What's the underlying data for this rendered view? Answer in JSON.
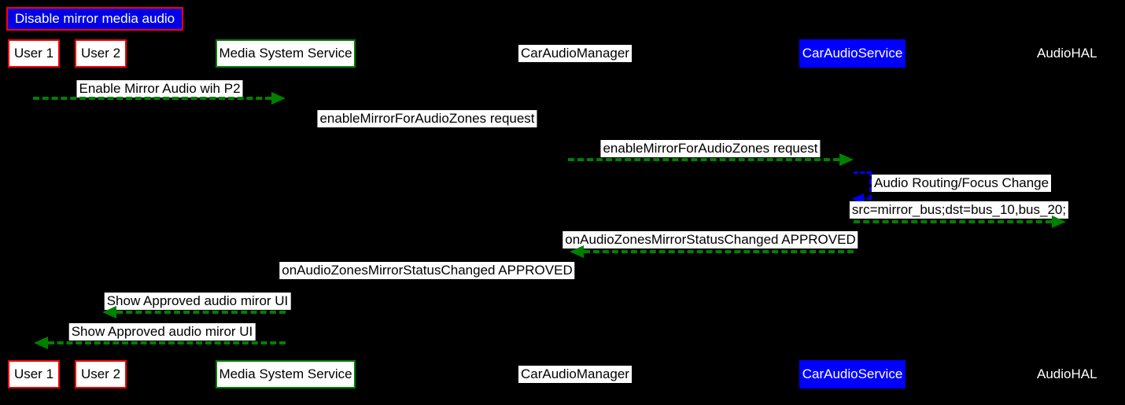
{
  "title": "Disable mirror media audio",
  "colors": {
    "background": "#000000",
    "user_box_border": "#ff0000",
    "service_box_border": "#008000",
    "car_audio_service_bg": "#0000ff",
    "title_bg": "#0000e8",
    "title_border": "#ff0000",
    "arrow_green": "#008000",
    "arrow_blue": "#0000ff",
    "label_bg": "#ffffff",
    "label_text": "#000000"
  },
  "actors": [
    {
      "id": "user1",
      "label": "User 1",
      "style": "red-box"
    },
    {
      "id": "user2",
      "label": "User 2",
      "style": "red-box"
    },
    {
      "id": "media-system-service",
      "label": "Media System Service",
      "style": "green-box"
    },
    {
      "id": "car-audio-manager",
      "label": "CarAudioManager",
      "style": "plain-white"
    },
    {
      "id": "car-audio-service",
      "label": "CarAudioService",
      "style": "blue-box"
    },
    {
      "id": "audio-hal",
      "label": "AudioHAL",
      "style": "text-only"
    }
  ],
  "messages": [
    {
      "label": "Enable Mirror Audio wih P2",
      "from": "User 1",
      "to": "Media System Service",
      "arrow": "green-dashed-right"
    },
    {
      "label": "enableMirrorForAudioZones request",
      "from": "Media System Service",
      "to": "CarAudioManager",
      "arrow": "hidden"
    },
    {
      "label": "enableMirrorForAudioZones request",
      "from": "CarAudioManager",
      "to": "CarAudioService",
      "arrow": "green-dashed-right"
    },
    {
      "label": "Audio Routing/Focus Change",
      "from": "CarAudioService",
      "to": "CarAudioService",
      "arrow": "blue-dashed-self-loop"
    },
    {
      "label": "src=mirror_bus;dst=bus_10,bus_20;",
      "from": "CarAudioService",
      "to": "AudioHAL",
      "arrow": "green-dashed-right"
    },
    {
      "label": "onAudioZonesMirrorStatusChanged APPROVED",
      "from": "CarAudioService",
      "to": "CarAudioManager",
      "arrow": "green-dashed-left"
    },
    {
      "label": "onAudioZonesMirrorStatusChanged APPROVED",
      "from": "CarAudioManager",
      "to": "Media System Service",
      "arrow": "hidden"
    },
    {
      "label": "Show Approved audio miror UI",
      "from": "Media System Service",
      "to": "User 2",
      "arrow": "green-dashed-left"
    },
    {
      "label": "Show Approved audio miror UI",
      "from": "Media System Service",
      "to": "User 1",
      "arrow": "green-dashed-left"
    }
  ]
}
